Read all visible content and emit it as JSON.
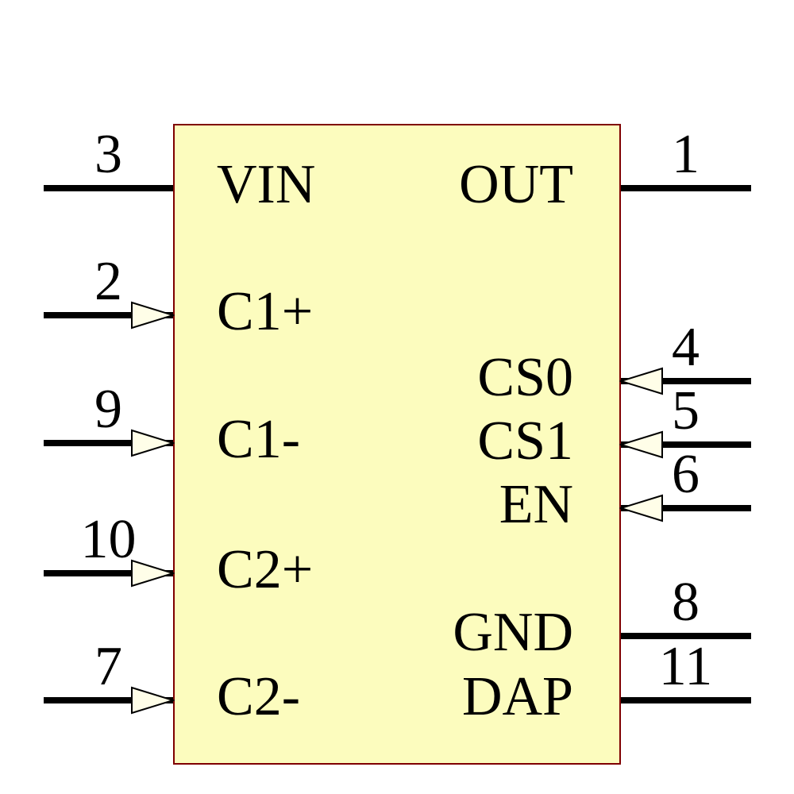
{
  "component": {
    "type": "schematic-symbol",
    "colors": {
      "background": "#FFFFFF",
      "body_fill": "#FCFCBE",
      "body_border": "#7F0000",
      "arrow_fill": "#FFFEE8",
      "wire": "#000000",
      "text": "#000000"
    },
    "pins": {
      "left": [
        {
          "number": "3",
          "label": "VIN",
          "arrow": false
        },
        {
          "number": "2",
          "label": "C1+",
          "arrow": true
        },
        {
          "number": "9",
          "label": "C1-",
          "arrow": true
        },
        {
          "number": "10",
          "label": "C2+",
          "arrow": true
        },
        {
          "number": "7",
          "label": "C2-",
          "arrow": true
        }
      ],
      "right": [
        {
          "number": "1",
          "label": "OUT",
          "arrow": false
        },
        {
          "number": "4",
          "label": "CS0",
          "arrow": true
        },
        {
          "number": "5",
          "label": "CS1",
          "arrow": true
        },
        {
          "number": "6",
          "label": "EN",
          "arrow": true
        },
        {
          "number": "8",
          "label": "GND",
          "arrow": false
        },
        {
          "number": "11",
          "label": "DAP",
          "arrow": false
        }
      ]
    }
  }
}
